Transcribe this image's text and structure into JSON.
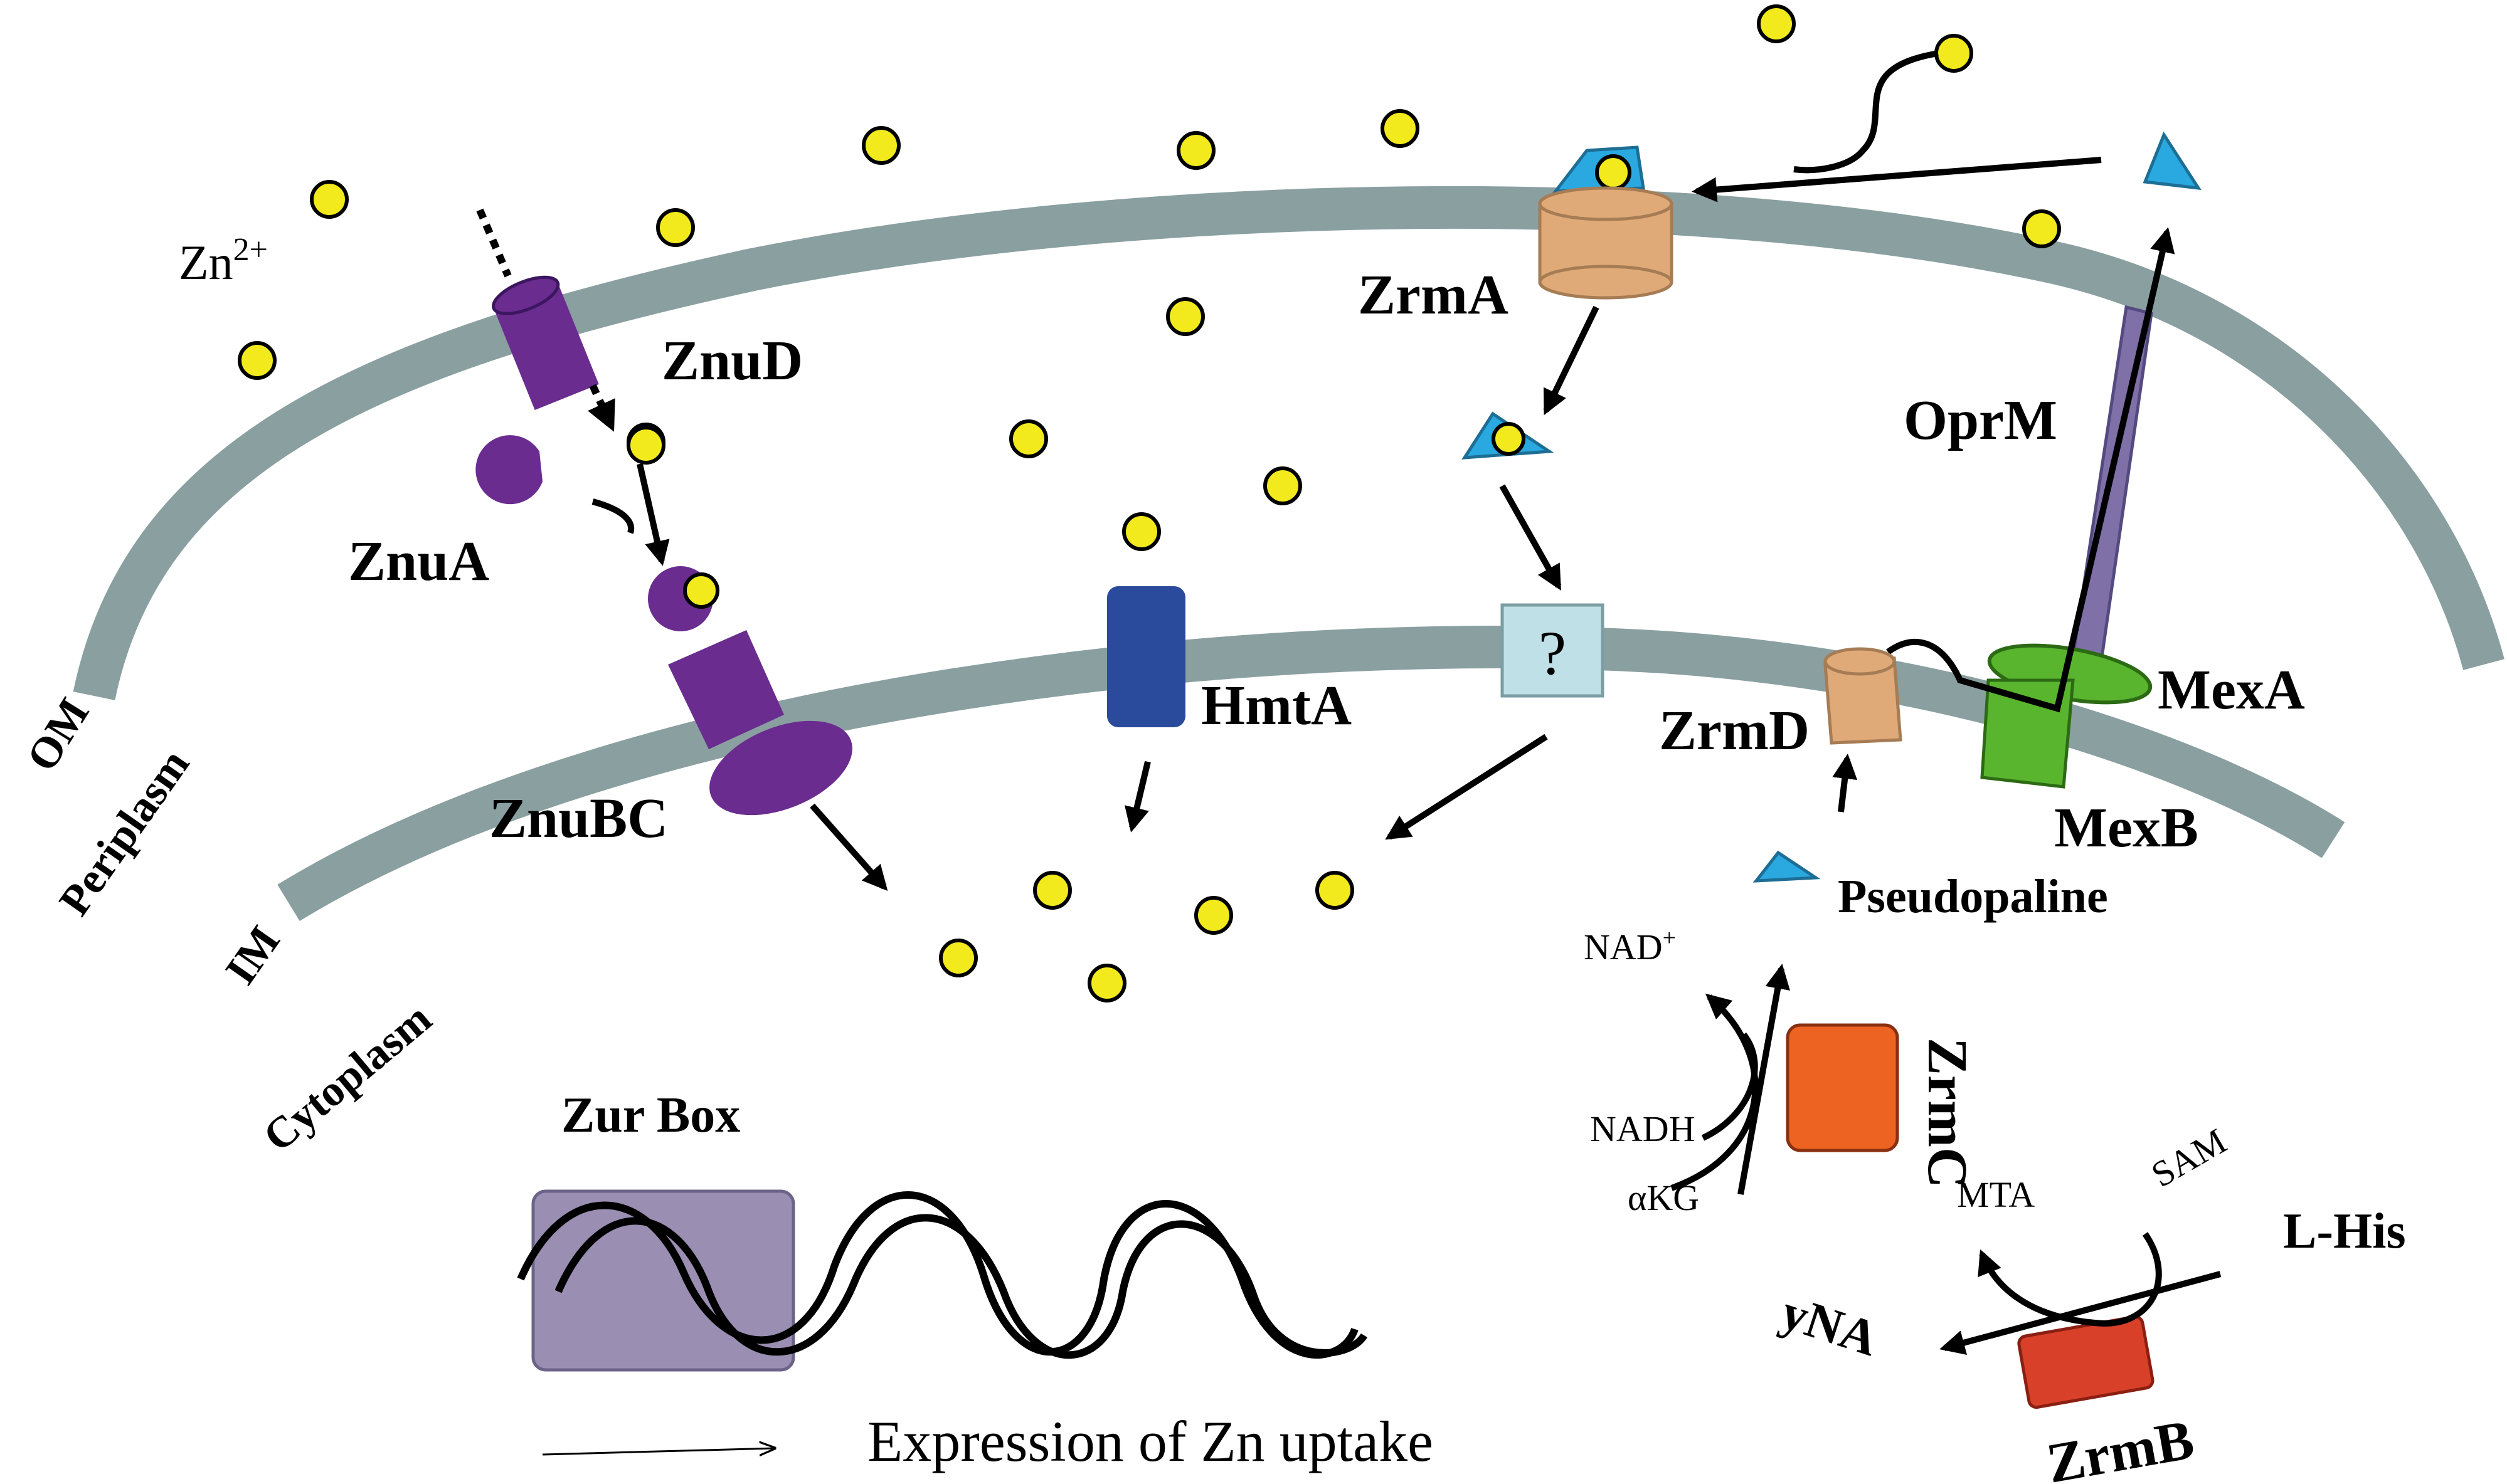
{
  "labels": {
    "zn_ion": "Zn",
    "zn_charge": "2+",
    "znuD": "ZnuD",
    "znuA": "ZnuA",
    "znuBC": "ZnuBC",
    "hmtA": "HmtA",
    "zrmA": "ZrmA",
    "question": "?",
    "oprM": "OprM",
    "mexA": "MexA",
    "mexB": "MexB",
    "zrmD": "ZrmD",
    "pseudopaline": "Pseudopaline",
    "zrmC": "ZrmC",
    "zrmB": "ZrmB",
    "nad_plus": "NAD",
    "nad_plus_sup": "+",
    "nadh": "NADH",
    "akg": "αKG",
    "sam": "SAM",
    "mta": "MTA",
    "l_his": "L-His",
    "yna": "yNA",
    "om": "OM",
    "periplasm": "Periplasm",
    "im": "IM",
    "cytoplasm": "Cytoplasm",
    "zur_box": "Zur Box",
    "expression": "Expression of Zn uptake"
  },
  "colors": {
    "membrane": "#8a9fa0",
    "zinc": "#f2ea1d",
    "znu_purple": "#6a2c8f",
    "hmtA_blue": "#2a4a9c",
    "zrm_tan": "#e0aa78",
    "pseudopaline_blue": "#2aa8e0",
    "oprM_purple": "#7f70a8",
    "mex_green": "#5ab52e",
    "zrmC_orange": "#ec6322",
    "zrmB_red": "#d9402a",
    "zur_box": "#9a8fb2",
    "question_box": "#bfe0e6"
  }
}
